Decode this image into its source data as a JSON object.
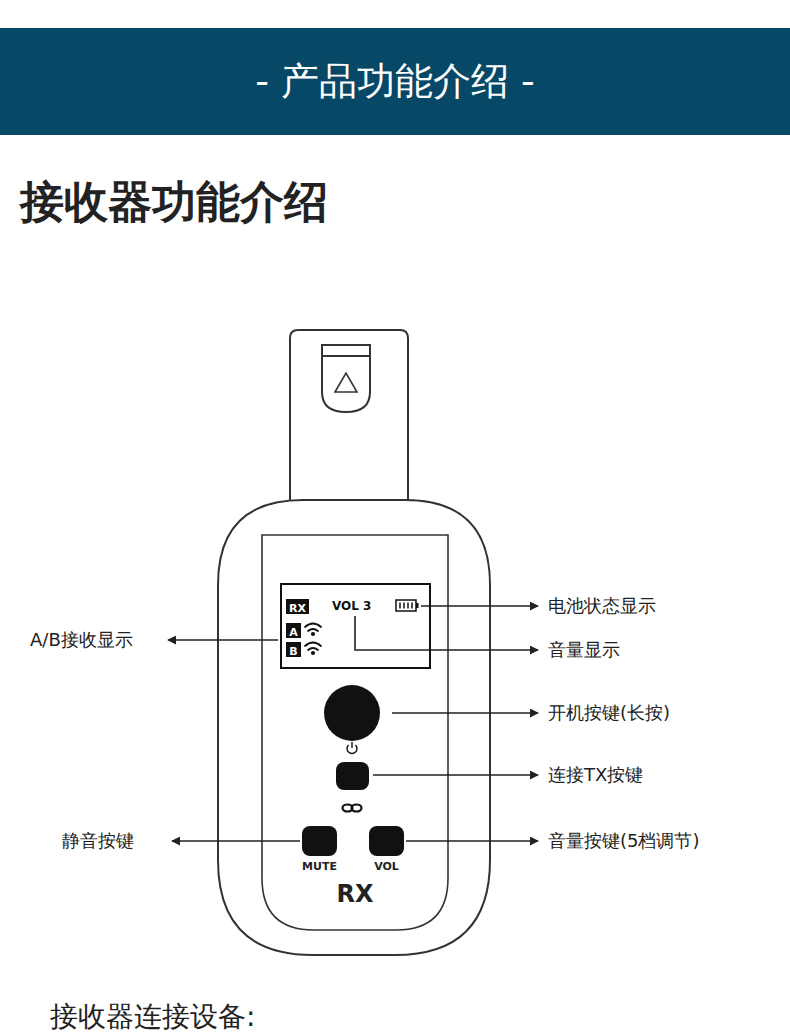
{
  "diagram": {
    "title": "接收器功能介绍",
    "nodes": [
      {
        "text": [
          "- 产品功能介绍 -"
        ]
      },
      {
        "text": [
          "VOL 3"
        ]
      },
      {
        "text": [
          "RX"
        ],
        "in": 1
      },
      {
        "text": [
          "A"
        ],
        "in": 1
      },
      {
        "text": [
          "B"
        ],
        "in": 1
      }
    ],
    "labels": [
      "A/B接收显示",
      "电池状态显示",
      "音量显示",
      "开机按键(长按)",
      "连接TX按键",
      "静音按键",
      "音量按键(5档调节)",
      "MUTE",
      "VOL",
      "RX",
      "接收器连接设备:"
    ]
  }
}
